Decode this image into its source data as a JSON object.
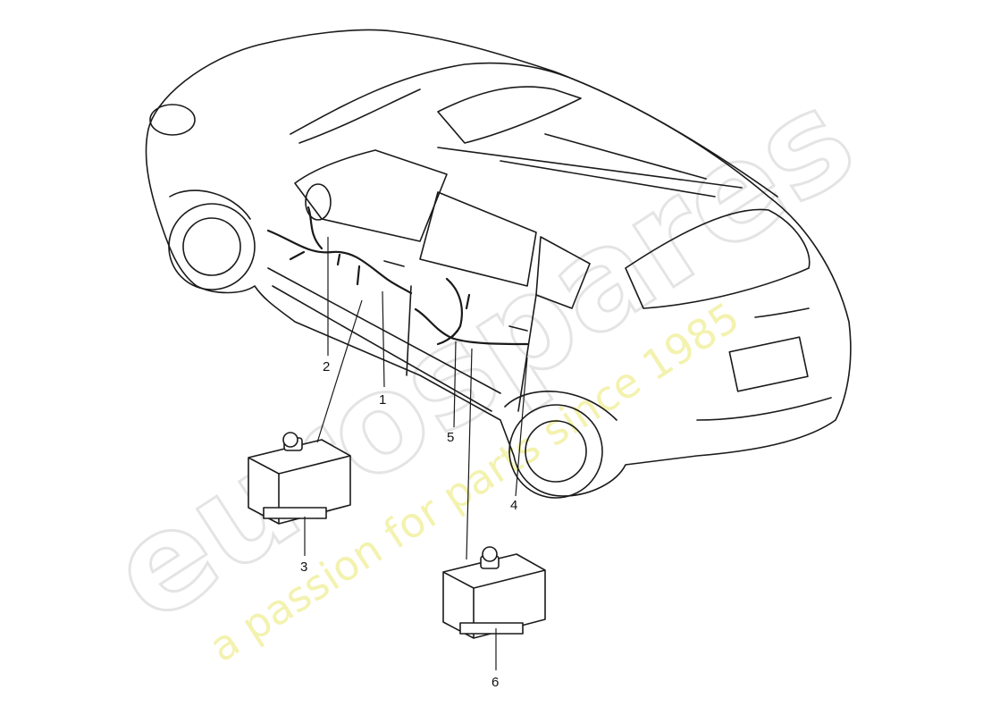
{
  "watermark": {
    "brand": "eurospares",
    "tagline": "a passion for parts since 1985"
  },
  "callouts": [
    {
      "id": "c1",
      "label": "1"
    },
    {
      "id": "c2",
      "label": "2"
    },
    {
      "id": "c3",
      "label": "3"
    },
    {
      "id": "c4",
      "label": "4"
    },
    {
      "id": "c5",
      "label": "5"
    },
    {
      "id": "c6",
      "label": "6"
    }
  ],
  "colors": {
    "line": "#1a1a1a",
    "watermark_outline": "#e4e4e4",
    "watermark_text": "#f2f0a2"
  }
}
